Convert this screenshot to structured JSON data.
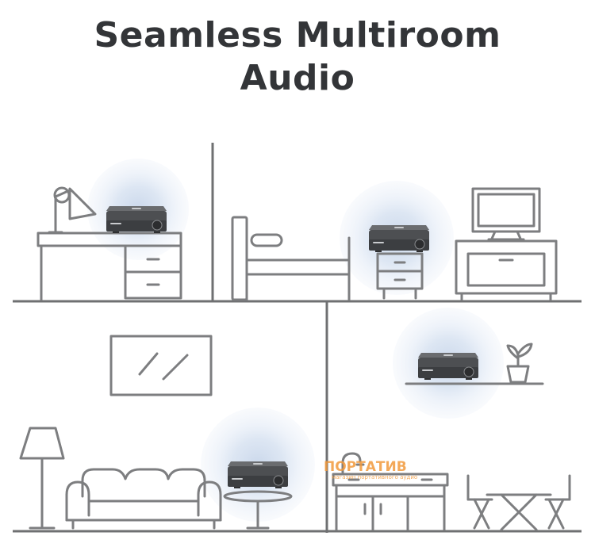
{
  "headline": {
    "line1": "Seamless Multiroom",
    "line2": "Audio"
  },
  "watermark": {
    "brand": "ПОРТАТИВ",
    "tagline": "магазин портативного аудио"
  },
  "colors": {
    "text": "#333538",
    "line_art": "#7d7e80",
    "glow": "#c8d6ea",
    "device": "#4d4f52",
    "watermark": "#f29a3c"
  },
  "icons": [
    "desk-lamp-icon",
    "desk-icon",
    "bed-icon",
    "nightstand-icon",
    "tv-icon",
    "tv-stand-icon",
    "painting-icon",
    "floor-lamp-icon",
    "sofa-icon",
    "side-table-icon",
    "shelf-icon",
    "plant-icon",
    "kitchen-counter-icon",
    "faucet-icon",
    "dining-table-icon",
    "chair-icon",
    "audio-streamer-device"
  ]
}
